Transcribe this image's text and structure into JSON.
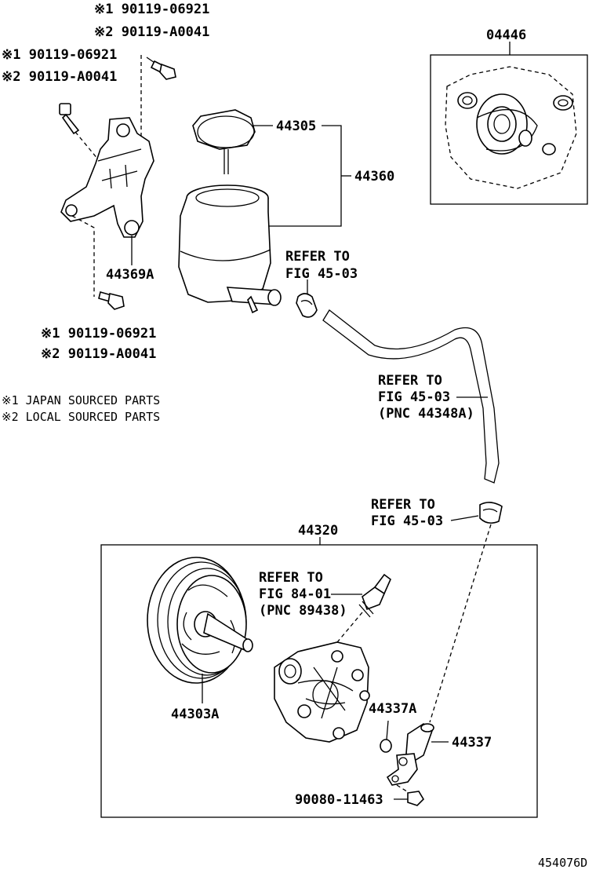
{
  "callouts": {
    "bolt_top_japan": "※1 90119-06921",
    "bolt_top_local": "※2 90119-A0041",
    "bolt_left_japan": "※1 90119-06921",
    "bolt_left_local": "※2 90119-A0041",
    "bolt_bottom_japan": "※1 90119-06921",
    "bolt_bottom_local": "※2 90119-A0041",
    "bracket": "44369A",
    "cap": "44305",
    "reservoir": "44360",
    "gasket_kit": "04446",
    "refer_clamp_1_line1": "REFER TO",
    "refer_clamp_1_line2": "FIG 45-03",
    "refer_hose_line1": "REFER TO",
    "refer_hose_line2": "FIG 45-03",
    "refer_hose_line3": "(PNC 44348A)",
    "refer_clamp_2_line1": "REFER TO",
    "refer_clamp_2_line2": "FIG 45-03",
    "pump_assy": "44320",
    "refer_switch_line1": "REFER TO",
    "refer_switch_line2": "FIG 84-01",
    "refer_switch_line3": "(PNC 89438)",
    "pulley": "44303A",
    "o_ring": "44337A",
    "union": "44337",
    "union_bolt": "90080-11463",
    "figure_id": "454076D"
  },
  "legend": {
    "note1": "※1 JAPAN SOURCED PARTS",
    "note2": "※2 LOCAL SOURCED PARTS"
  }
}
